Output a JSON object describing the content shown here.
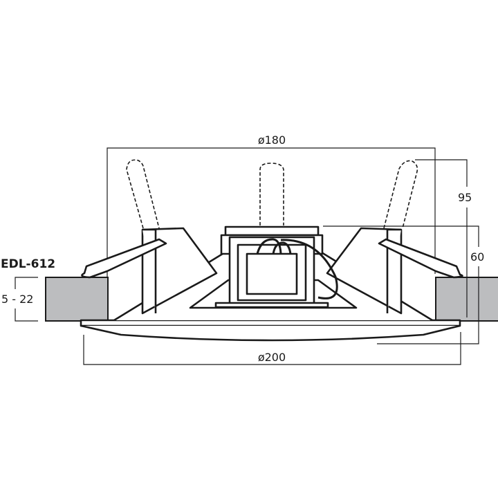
{
  "model_label": "EDL-612",
  "dimensions": {
    "top_diameter": "ø180",
    "bottom_diameter": "ø200",
    "height_total": "95",
    "height_body": "60",
    "ceiling_thickness": "5 - 22"
  },
  "colors": {
    "ceiling": "#bcbdbf",
    "line": "#1a1a1a"
  }
}
